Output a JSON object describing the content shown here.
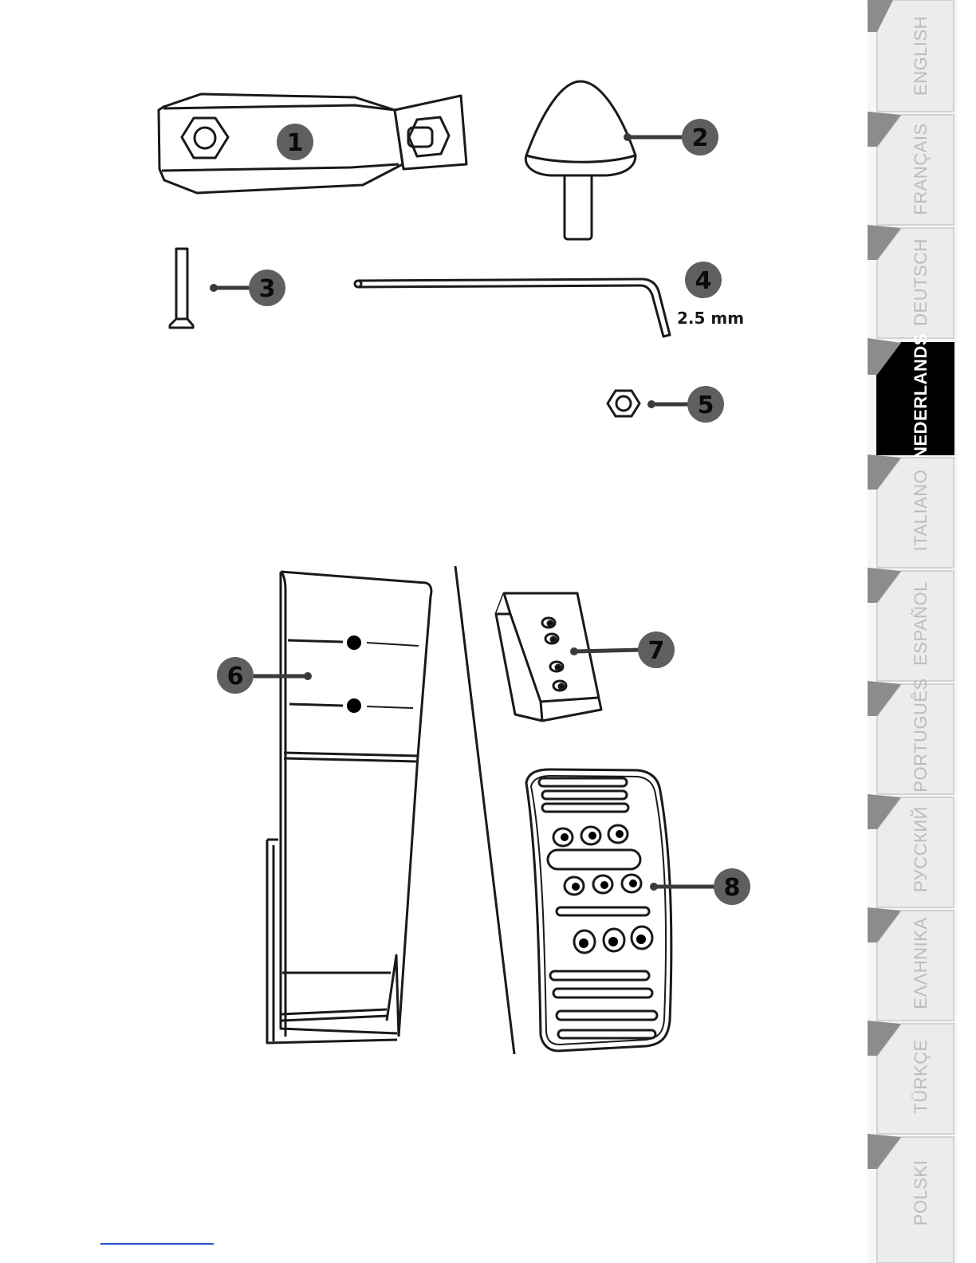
{
  "parts": [
    {
      "number": "1",
      "name": "clamp"
    },
    {
      "number": "2",
      "name": "cone-stop"
    },
    {
      "number": "3",
      "name": "screw"
    },
    {
      "number": "4",
      "name": "allen-key",
      "size_label": "2.5 mm"
    },
    {
      "number": "5",
      "name": "nut"
    },
    {
      "number": "6",
      "name": "pedal-arm"
    },
    {
      "number": "7",
      "name": "spacer-block"
    },
    {
      "number": "8",
      "name": "pedal-plate"
    }
  ],
  "language_tabs": [
    {
      "label": "ENGLISH",
      "active": false
    },
    {
      "label": "FRANÇAIS",
      "active": false
    },
    {
      "label": "DEUTSCH",
      "active": false
    },
    {
      "label": "NEDERLANDS",
      "active": true
    },
    {
      "label": "ITALIANO",
      "active": false
    },
    {
      "label": "ESPAÑOL",
      "active": false
    },
    {
      "label": "PORTUGUÊS",
      "active": false
    },
    {
      "label": "РУССКИЙ",
      "active": false
    },
    {
      "label": "ΕΛΛΗΝΙΚΑ",
      "active": false
    },
    {
      "label": "TÜRKÇE",
      "active": false
    },
    {
      "label": "POLSKI",
      "active": false
    }
  ],
  "colors": {
    "badge": "#5f5f5f",
    "line": "#1a1a1a",
    "tab_inactive_text": "#bcbcbc",
    "tab_inactive_fill": "#ececec",
    "tab_active_fill": "#000000",
    "tab_active_text": "#ffffff",
    "footnote_link": "#2a55c9"
  }
}
